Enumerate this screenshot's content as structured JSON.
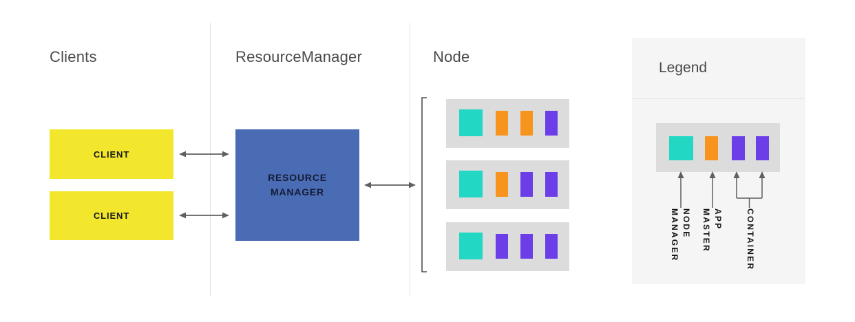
{
  "headings": {
    "clients": "Clients",
    "resource_manager": "ResourceManager",
    "node": "Node"
  },
  "colors": {
    "client_yellow": "#f3e72e",
    "resource_manager_blue": "#4a6cb4",
    "node_manager_teal": "#22d7c3",
    "app_master_orange": "#f7941e",
    "container_purple": "#6c3ee8",
    "node_box_gray": "#dcdcdc",
    "legend_panel_gray": "#f5f5f5",
    "legend_swatch_box_gray": "#dcdcdc",
    "divider_gray": "#e0e0e0",
    "arrow_gray": "#5f5f5f",
    "bracket_gray": "#4f4f4f",
    "heading_gray": "#4a4a4a"
  },
  "clients": {
    "boxes": [
      {
        "label": "CLIENT"
      },
      {
        "label": "CLIENT"
      }
    ]
  },
  "resource_manager": {
    "label": "RESOURCE MANAGER"
  },
  "nodes": [
    {
      "swatches": [
        "#22d7c3",
        "#f7941e",
        "#f7941e",
        "#6c3ee8"
      ]
    },
    {
      "swatches": [
        "#22d7c3",
        "#f7941e",
        "#6c3ee8",
        "#6c3ee8"
      ]
    },
    {
      "swatches": [
        "#22d7c3",
        "#6c3ee8",
        "#6c3ee8",
        "#6c3ee8"
      ]
    }
  ],
  "legend": {
    "title": "Legend",
    "swatches": [
      "#22d7c3",
      "#f7941e",
      "#6c3ee8",
      "#6c3ee8"
    ],
    "labels": {
      "node_manager": {
        "line1": "NODE",
        "line2": "MANAGER"
      },
      "app_master": {
        "line1": "APP",
        "line2": "MASTER"
      },
      "container": {
        "line1": "CONTAINER"
      }
    }
  }
}
